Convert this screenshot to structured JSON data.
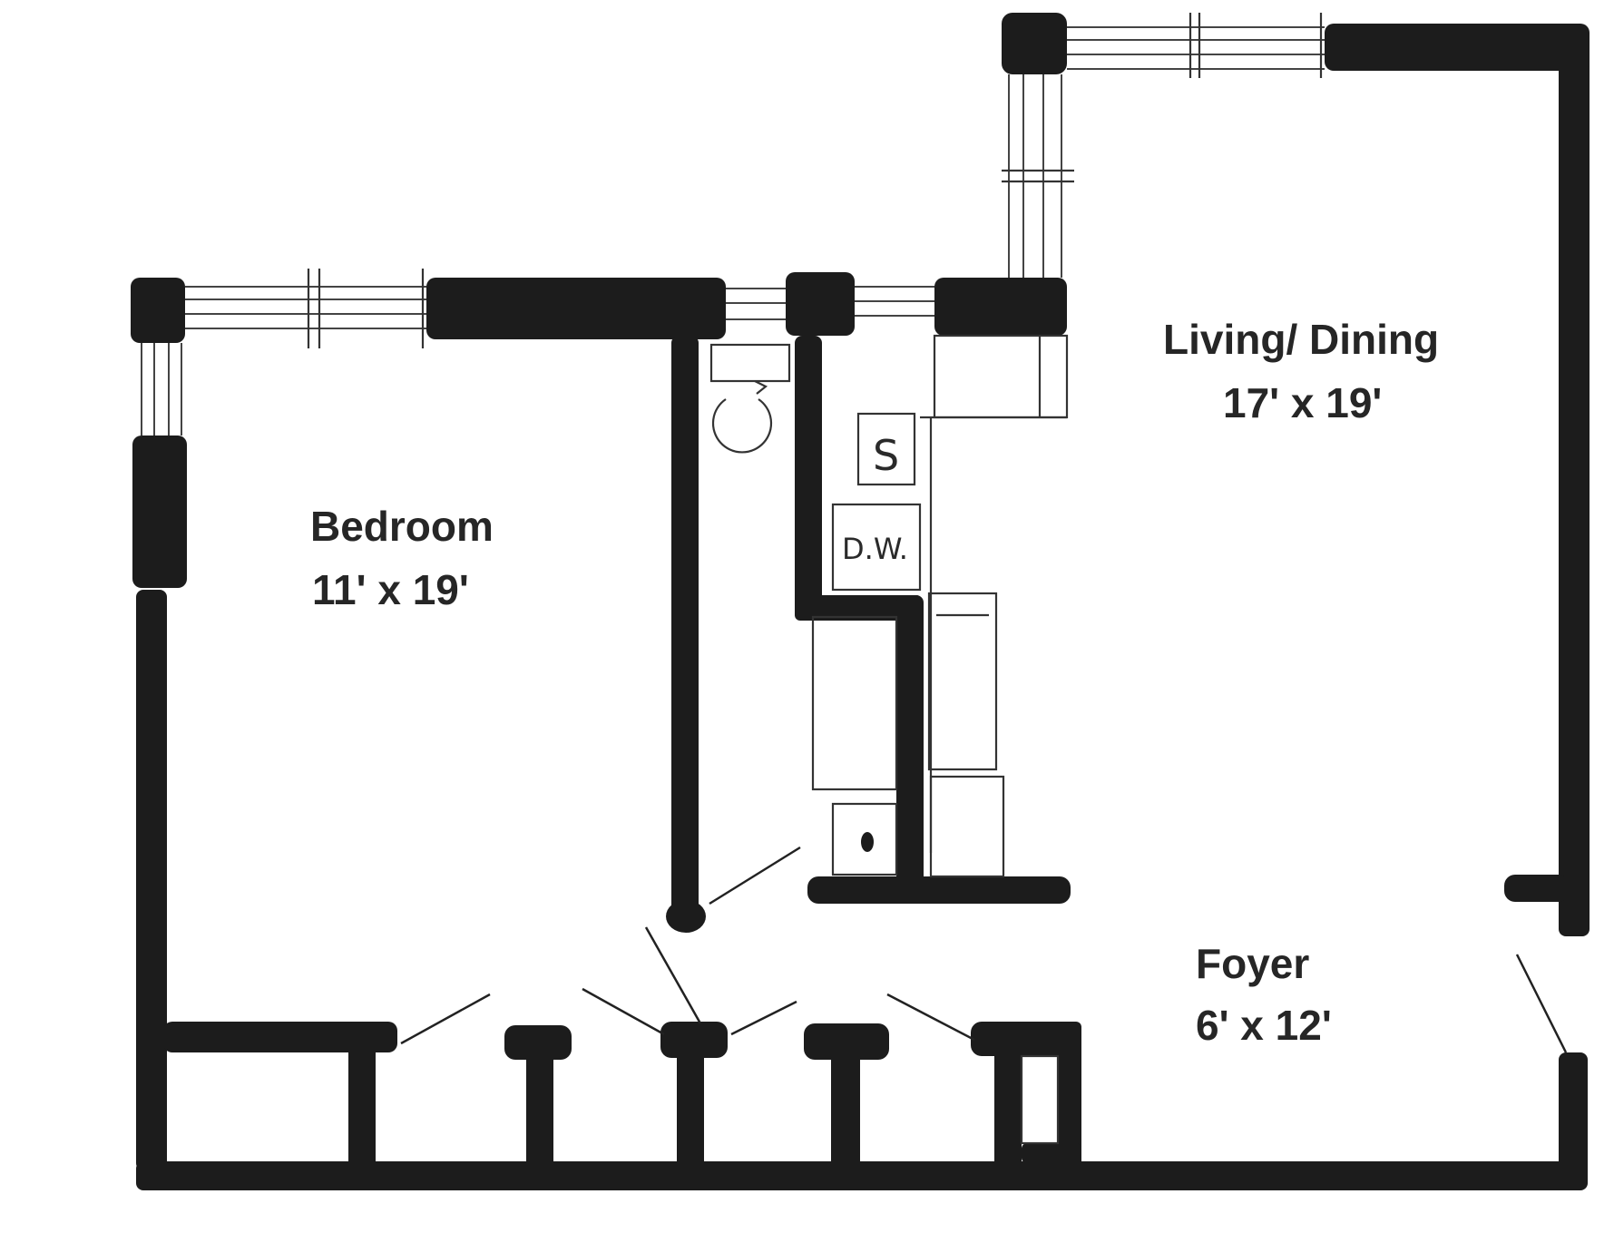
{
  "rooms": {
    "bedroom": {
      "name": "Bedroom",
      "size": "11' x 19'"
    },
    "living": {
      "name": "Living/ Dining",
      "size": "17' x 19'"
    },
    "foyer": {
      "name": "Foyer",
      "size": "6' x 12'"
    }
  },
  "fixtures": {
    "sink": "S",
    "dishwasher": "D.W."
  }
}
